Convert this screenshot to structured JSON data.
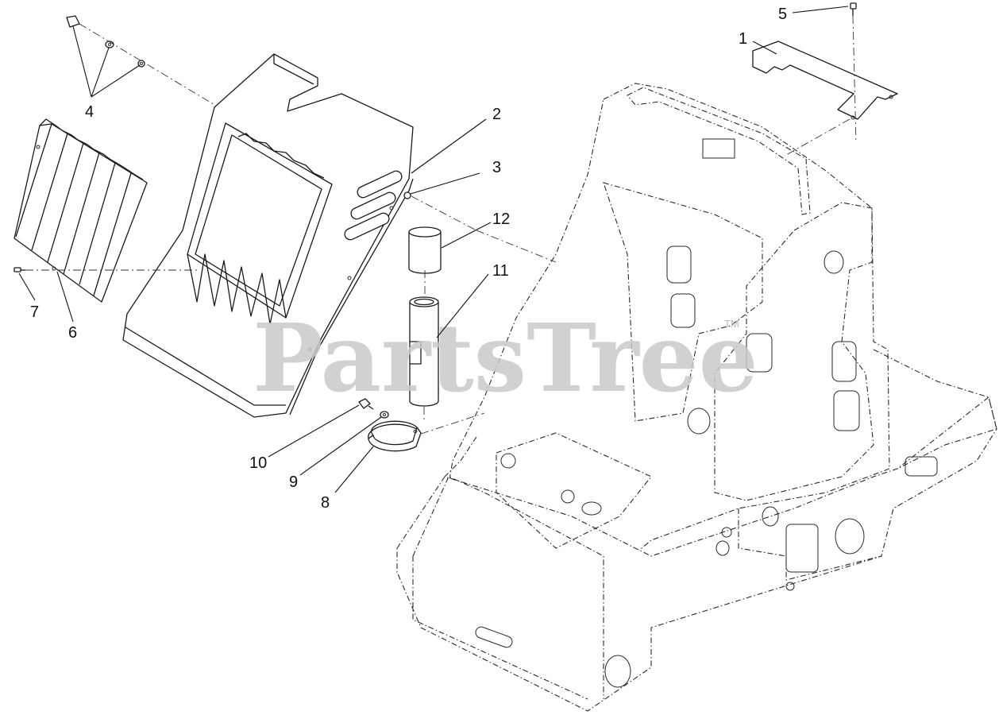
{
  "callouts": [
    {
      "id": "1",
      "label": "1"
    },
    {
      "id": "2",
      "label": "2"
    },
    {
      "id": "3",
      "label": "3"
    },
    {
      "id": "4",
      "label": "4"
    },
    {
      "id": "5",
      "label": "5"
    },
    {
      "id": "6",
      "label": "6"
    },
    {
      "id": "7",
      "label": "7"
    },
    {
      "id": "8",
      "label": "8"
    },
    {
      "id": "9",
      "label": "9"
    },
    {
      "id": "10",
      "label": "10"
    },
    {
      "id": "11",
      "label": "11"
    },
    {
      "id": "12",
      "label": "12"
    }
  ],
  "watermark": {
    "text": "PartsTree",
    "tm": "TM"
  },
  "colors": {
    "line": "#1a1a1a",
    "watermark": "#c9c9c9",
    "background": "#ffffff"
  }
}
